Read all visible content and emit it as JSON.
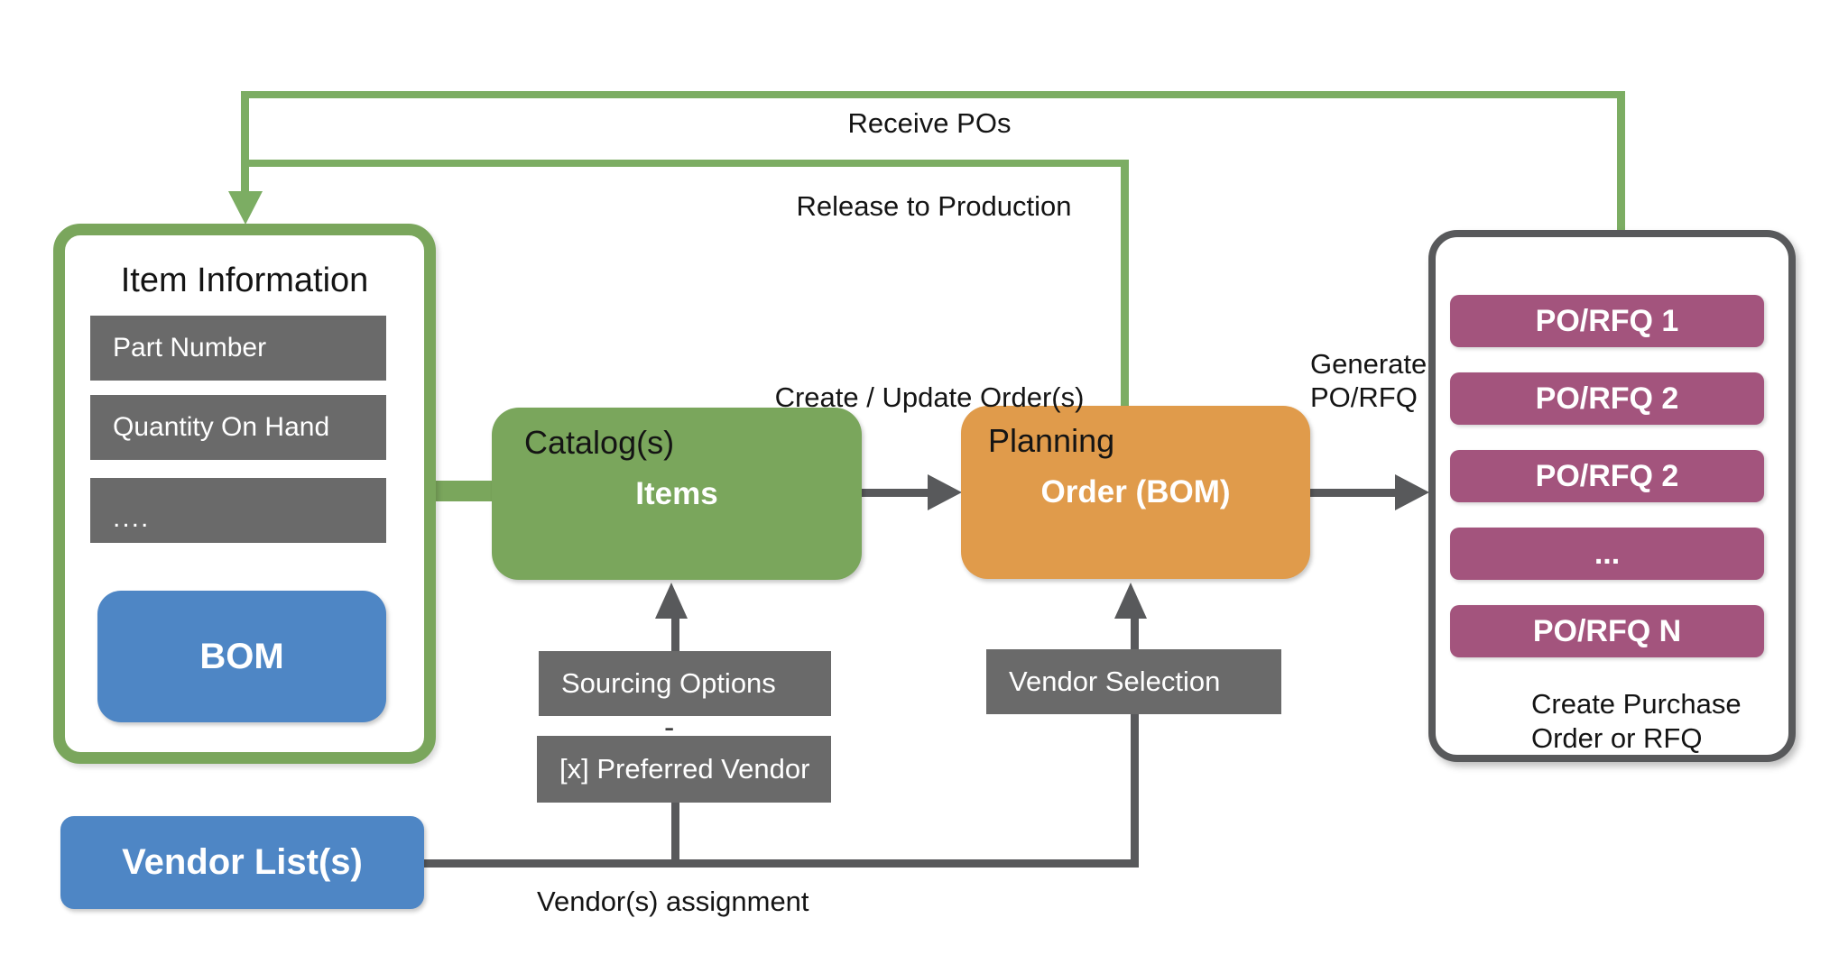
{
  "diagram": {
    "type": "flowchart",
    "colors": {
      "green": "#7AA65C",
      "orange": "#E09B4B",
      "purple": "#A3547D",
      "blue": "#4E86C5",
      "gray_box": "#6A6A6A",
      "dark_gray": "#58595B",
      "background": "#FFFFFF"
    },
    "item_info": {
      "title": "Item Information",
      "fields": [
        "Part Number",
        "Quantity On Hand",
        "...."
      ],
      "bom_label": "BOM"
    },
    "vendor_list": {
      "label": "Vendor List(s)"
    },
    "catalog": {
      "title": "Catalog(s)",
      "label": "Items"
    },
    "planning": {
      "title": "Planning",
      "label": "Order (BOM)"
    },
    "po_container": {
      "rows": [
        "PO/RFQ 1",
        "PO/RFQ 2",
        "PO/RFQ 2",
        "...",
        "PO/RFQ N"
      ],
      "caption_line1": "Create Purchase",
      "caption_line2": "Order or RFQ"
    },
    "edge_labels": {
      "receive_pos": "Receive POs",
      "release_to_production": "Release to Production",
      "create_update_orders": "Create / Update Order(s)",
      "generate_line1": "Generate",
      "generate_line2": "PO/RFQ",
      "vendor_assignment": "Vendor(s) assignment",
      "sourcing_options": "Sourcing Options",
      "preferred_vendor": "[x] Preferred Vendor",
      "vendor_selection": "Vendor Selection",
      "connector_dash": "-"
    }
  }
}
